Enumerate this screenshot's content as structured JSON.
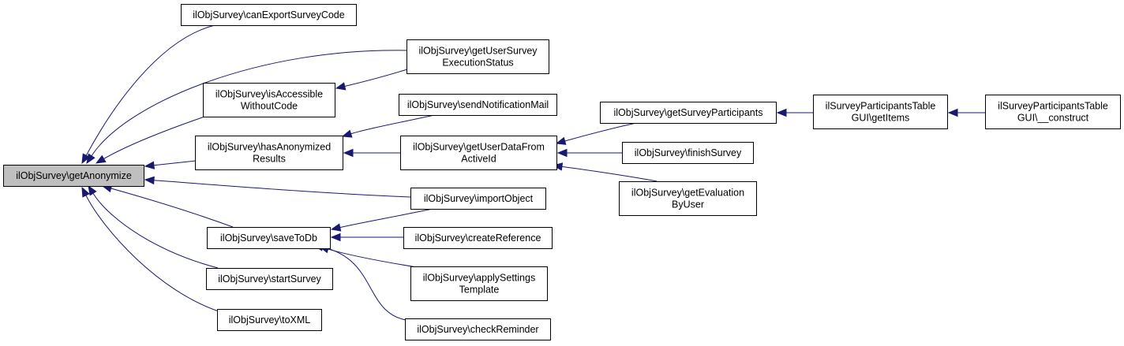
{
  "graph": {
    "nodes": [
      {
        "id": "root",
        "lines": [
          "ilObjSurvey\\getAnonymize"
        ]
      },
      {
        "id": "canExport",
        "lines": [
          "ilObjSurvey\\canExportSurveyCode"
        ]
      },
      {
        "id": "getUserSurveyExec",
        "lines": [
          "ilObjSurvey\\getUserSurvey",
          "ExecutionStatus"
        ]
      },
      {
        "id": "isAccessible",
        "lines": [
          "ilObjSurvey\\isAccessible",
          "WithoutCode"
        ]
      },
      {
        "id": "sendNotification",
        "lines": [
          "ilObjSurvey\\sendNotificationMail"
        ]
      },
      {
        "id": "hasAnonymized",
        "lines": [
          "ilObjSurvey\\hasAnonymized",
          "Results"
        ]
      },
      {
        "id": "getUserDataFrom",
        "lines": [
          "ilObjSurvey\\getUserDataFrom",
          "ActiveId"
        ]
      },
      {
        "id": "getSurveyParticipants",
        "lines": [
          "ilObjSurvey\\getSurveyParticipants"
        ]
      },
      {
        "id": "partTableGetItems",
        "lines": [
          "ilSurveyParticipantsTable",
          "GUI\\getItems"
        ]
      },
      {
        "id": "partTableConstruct",
        "lines": [
          "ilSurveyParticipantsTable",
          "GUI\\__construct"
        ]
      },
      {
        "id": "finishSurvey",
        "lines": [
          "ilObjSurvey\\finishSurvey"
        ]
      },
      {
        "id": "getEvaluation",
        "lines": [
          "ilObjSurvey\\getEvaluation",
          "ByUser"
        ]
      },
      {
        "id": "importObject",
        "lines": [
          "ilObjSurvey\\importObject"
        ]
      },
      {
        "id": "saveToDb",
        "lines": [
          "ilObjSurvey\\saveToDb"
        ]
      },
      {
        "id": "createReference",
        "lines": [
          "ilObjSurvey\\createReference"
        ]
      },
      {
        "id": "applySettings",
        "lines": [
          "ilObjSurvey\\applySettings",
          "Template"
        ]
      },
      {
        "id": "startSurvey",
        "lines": [
          "ilObjSurvey\\startSurvey"
        ]
      },
      {
        "id": "toXML",
        "lines": [
          "ilObjSurvey\\toXML"
        ]
      },
      {
        "id": "checkReminder",
        "lines": [
          "ilObjSurvey\\checkReminder"
        ]
      }
    ],
    "edges": [
      {
        "from": "canExport",
        "to": "root"
      },
      {
        "from": "getUserSurveyExec",
        "to": "root"
      },
      {
        "from": "isAccessible",
        "to": "root"
      },
      {
        "from": "getUserSurveyExec",
        "to": "isAccessible"
      },
      {
        "from": "hasAnonymized",
        "to": "root"
      },
      {
        "from": "sendNotification",
        "to": "hasAnonymized"
      },
      {
        "from": "getUserDataFrom",
        "to": "hasAnonymized"
      },
      {
        "from": "getSurveyParticipants",
        "to": "getUserDataFrom"
      },
      {
        "from": "finishSurvey",
        "to": "getUserDataFrom"
      },
      {
        "from": "getEvaluation",
        "to": "getUserDataFrom"
      },
      {
        "from": "partTableGetItems",
        "to": "getSurveyParticipants"
      },
      {
        "from": "partTableConstruct",
        "to": "partTableGetItems"
      },
      {
        "from": "importObject",
        "to": "root"
      },
      {
        "from": "saveToDb",
        "to": "root"
      },
      {
        "from": "startSurvey",
        "to": "root"
      },
      {
        "from": "toXML",
        "to": "root"
      },
      {
        "from": "importObject",
        "to": "saveToDb"
      },
      {
        "from": "createReference",
        "to": "saveToDb"
      },
      {
        "from": "applySettings",
        "to": "saveToDb"
      },
      {
        "from": "checkReminder",
        "to": "saveToDb"
      }
    ]
  }
}
